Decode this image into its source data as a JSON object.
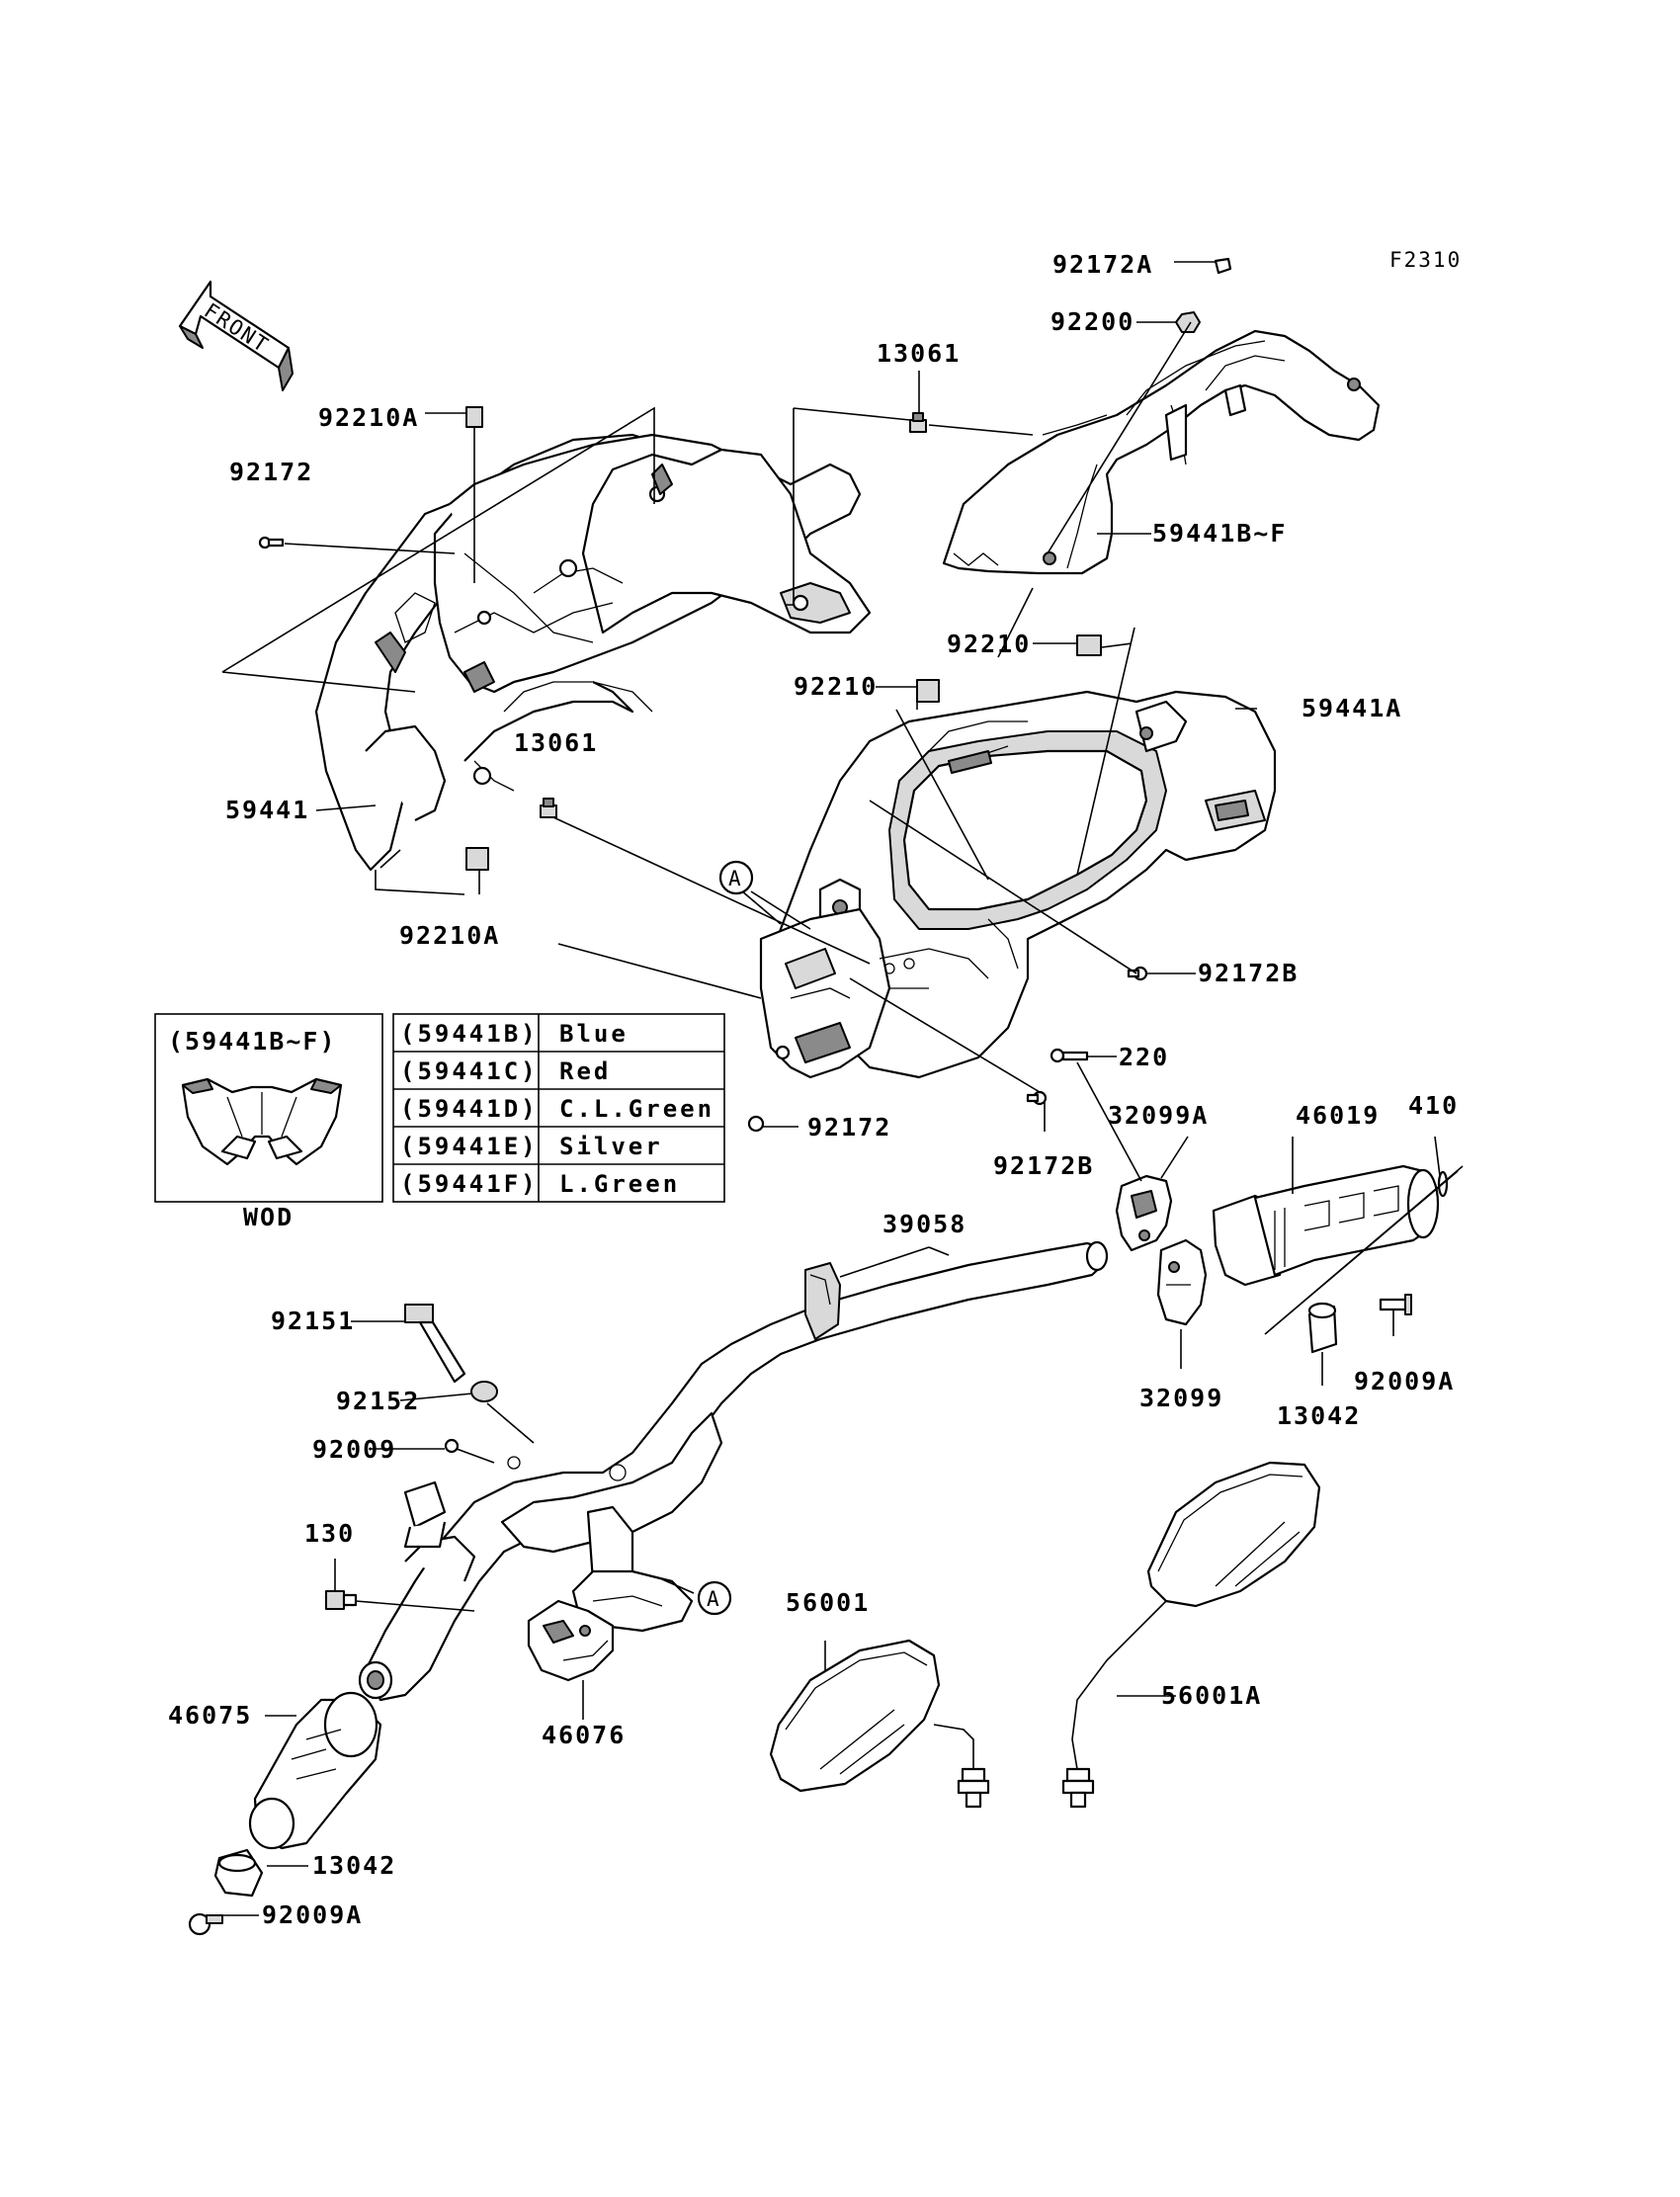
{
  "figure_code": "F2310",
  "front_label": "FRONT",
  "callout_letter": "A",
  "parts": {
    "p92172A": "92172A",
    "p92200": "92200",
    "p13061_top": "13061",
    "p92210A_top": "92210A",
    "p92172_top": "92172",
    "p59441BF": "59441B~F",
    "p92210_right": "92210",
    "p92210_mid": "92210",
    "p59441A": "59441A",
    "p13061_mid": "13061",
    "p59441": "59441",
    "p92210A_bot": "92210A",
    "p92172B_top": "92172B",
    "p220": "220",
    "p92172_bot": "92172",
    "p92172B_bot": "92172B",
    "p32099A": "32099A",
    "p46019": "46019",
    "p410": "410",
    "p39058": "39058",
    "p92151": "92151",
    "p92152": "92152",
    "p92009": "92009",
    "p130": "130",
    "p32099": "32099",
    "p13042_right": "13042",
    "p92009A_right": "92009A",
    "p56001": "56001",
    "p56001A": "56001A",
    "p46075": "46075",
    "p46076": "46076",
    "p13042_left": "13042",
    "p92009A_left": "92009A"
  },
  "inset": {
    "title": "(59441B~F)",
    "model": "WOD"
  },
  "color_table": {
    "rows": [
      {
        "code": "(59441B)",
        "color": "Blue"
      },
      {
        "code": "(59441C)",
        "color": "Red"
      },
      {
        "code": "(59441D)",
        "color": "C.L.Green"
      },
      {
        "code": "(59441E)",
        "color": "Silver"
      },
      {
        "code": "(59441F)",
        "color": "L.Green"
      }
    ]
  }
}
